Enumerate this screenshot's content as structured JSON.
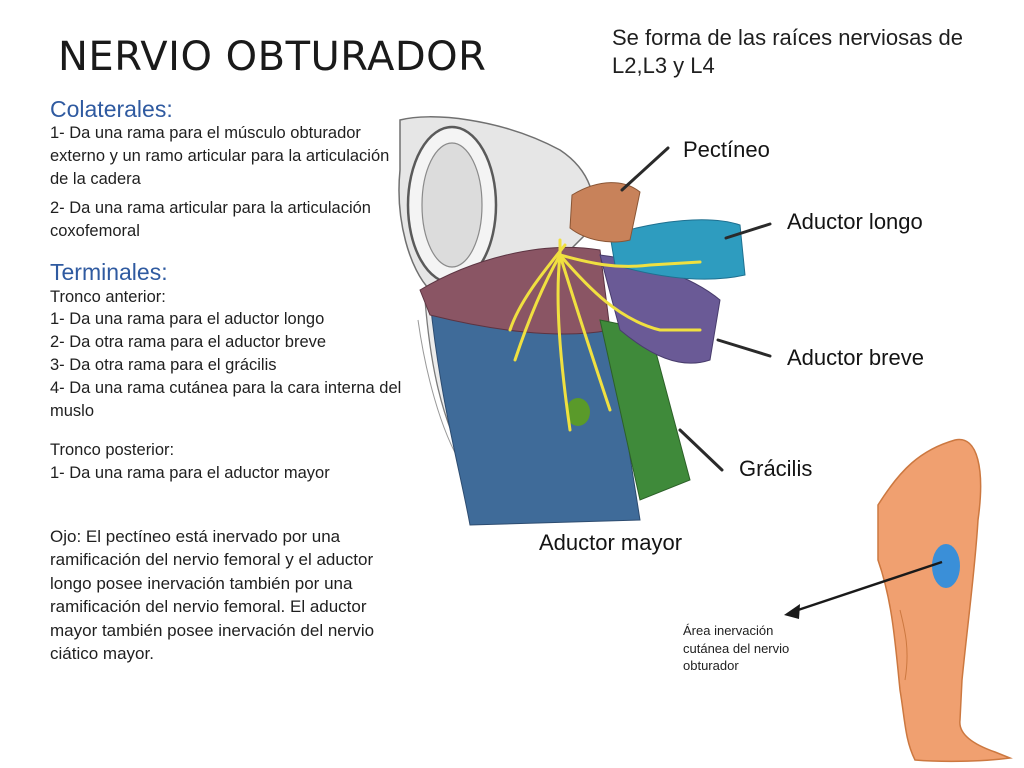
{
  "title": "NERVIO OBTURADOR",
  "origin": "Se forma de las raíces nerviosas de L2,L3 y L4",
  "colaterales": {
    "heading": "Colaterales:",
    "items": [
      "1- Da una rama para el músculo obturador externo y un ramo articular para la articulación de la cadera",
      "2- Da una rama articular para la articulación coxofemoral"
    ]
  },
  "terminales": {
    "heading": "Terminales:",
    "tronco_anterior": {
      "heading": "Tronco anterior:",
      "items": [
        "1- Da una rama para el aductor longo",
        "2- Da otra rama para el aductor breve",
        "3- Da otra rama para el grácilis",
        "4- Da una rama cutánea para la cara interna del muslo"
      ]
    },
    "tronco_posterior": {
      "heading": "Tronco posterior:",
      "items": [
        "1- Da una rama para el aductor mayor"
      ]
    }
  },
  "note": "Ojo: El pectíneo está inervado por una ramificación del nervio femoral y el aductor longo posee inervación también por una ramificación del nervio femoral. El aductor mayor también posee inervación del nervio ciático mayor.",
  "muscle_labels": {
    "pectineo": "Pectíneo",
    "aductor_longo": "Aductor longo",
    "aductor_breve": "Aductor breve",
    "gracilis": "Grácilis",
    "aductor_mayor": "Aductor mayor"
  },
  "leg_caption": "Área inervación cutánea del nervio obturador",
  "colors": {
    "heading_blue": "#2f5aa0",
    "pectineo": "#c8825a",
    "aductor_longo": "#2e9cbf",
    "aductor_breve": "#6a5a96",
    "gracilis": "#3f8a3a",
    "aductor_mayor": "#3f6b99",
    "obturador_externo": "#7a4a5a",
    "nerve": "#f0e040",
    "skin": "#f0a070",
    "cutaneous_area": "#3a8fd8"
  }
}
